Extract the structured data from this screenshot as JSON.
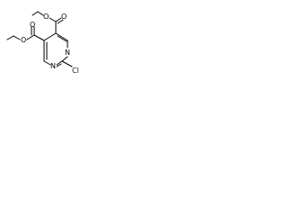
{
  "molecule": {
    "atoms": {
      "o_ester_top_carbonyl": "O",
      "o_ester_top_link": "O",
      "o_ester_left_carbonyl": "O",
      "o_ester_left_link": "O",
      "n_ring_top": "N",
      "n_ring_bottom": "N",
      "cl_substituent": "Cl"
    },
    "colors": {
      "bond": "#000000",
      "label": "#000000",
      "background": "#ffffff"
    }
  }
}
